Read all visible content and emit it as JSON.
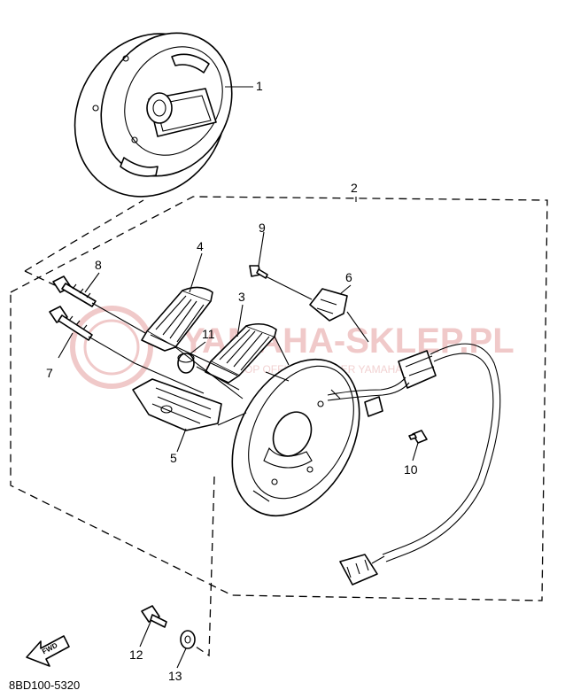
{
  "watermark": {
    "brand": "YAMAHA-SKLEP.PL",
    "subtitle": "WEBSHOP OFFICIAL DEALER YAMAHA"
  },
  "callouts": {
    "c1": "1",
    "c2": "2",
    "c3": "3",
    "c4": "4",
    "c5": "5",
    "c6": "6",
    "c7": "7",
    "c8": "8",
    "c9": "9",
    "c10": "10",
    "c11": "11",
    "c12": "12",
    "c13": "13"
  },
  "fwd_label": "FWD",
  "doc_id": "8BD100-5320",
  "colors": {
    "ink": "#000000",
    "watermark": "#f0c9c9"
  }
}
